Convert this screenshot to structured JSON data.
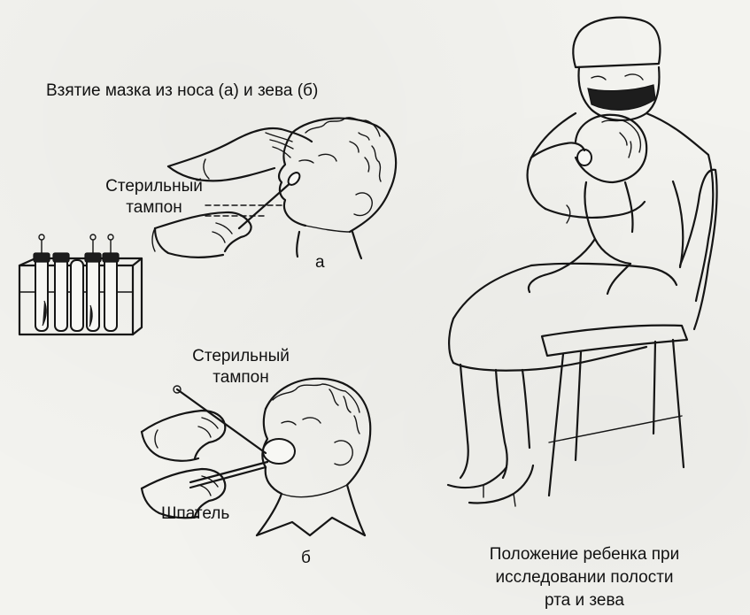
{
  "title": "Взятие мазка из носа (а) и зева (б)",
  "nose_figure": {
    "swab_label_line1": "Стерильный",
    "swab_label_line2": "тампон",
    "letter": "а"
  },
  "throat_figure": {
    "swab_label_line1": "Стерильный",
    "swab_label_line2": "тампон",
    "spatula_label": "Шпатель",
    "letter": "б"
  },
  "position_caption": {
    "line1": "Положение ребенка при",
    "line2": "исследовании полости",
    "line3": "рта и зева"
  }
}
